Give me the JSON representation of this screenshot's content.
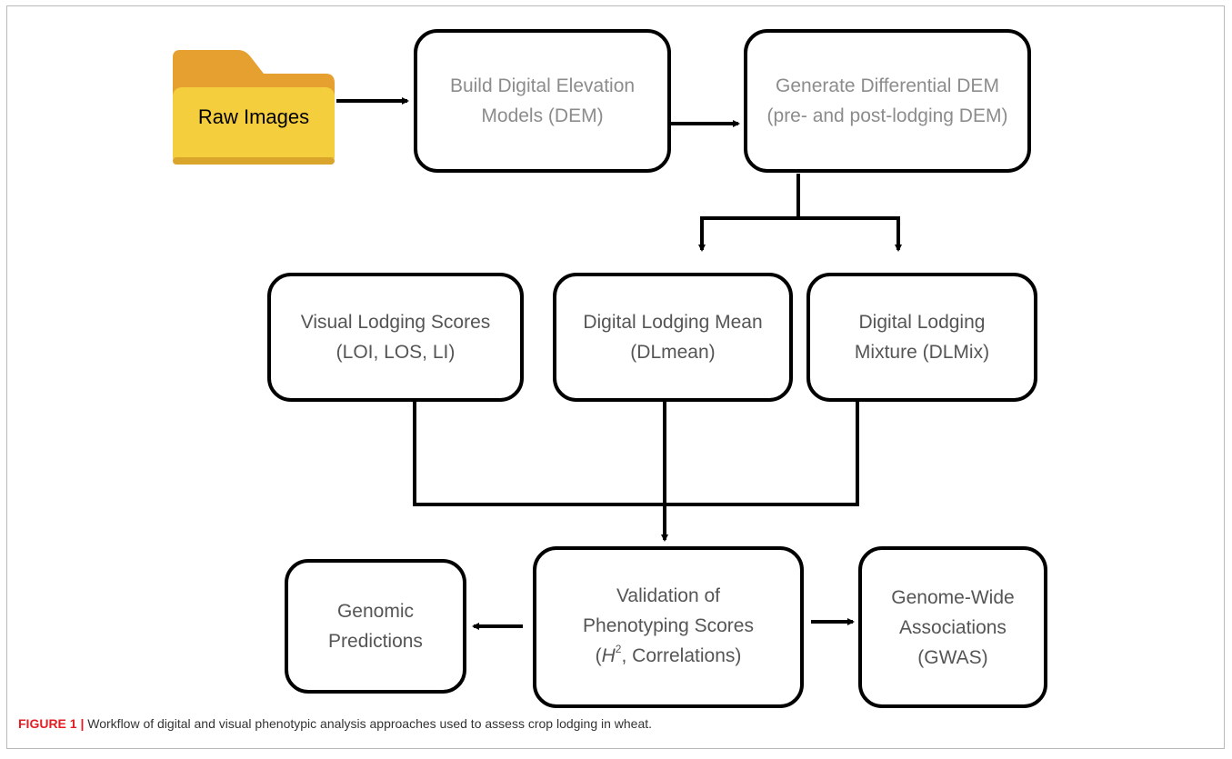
{
  "diagram": {
    "folder": {
      "label": "Raw Images",
      "icon": "folder-icon",
      "colors": {
        "front": "#f5ce3e",
        "back": "#e6a030",
        "shadow": "#d9a52b"
      }
    },
    "nodes": {
      "build_dem": {
        "line1": "Build Digital Elevation",
        "line2": "Models (DEM)"
      },
      "diff_dem": {
        "line1": "Generate Differential DEM",
        "line2": "(pre- and post-lodging DEM)"
      },
      "visual": {
        "line1": "Visual Lodging Scores",
        "line2": "(LOI, LOS, LI)"
      },
      "dlmean": {
        "line1": "Digital Lodging Mean",
        "line2": "(DLmean)"
      },
      "dlmix": {
        "line1": "Digital Lodging",
        "line2": "Mixture (DLMix)"
      },
      "genomic": {
        "line1": "Genomic",
        "line2": "Predictions"
      },
      "validation": {
        "line1": "Validation of",
        "line2": "Phenotyping Scores",
        "line3_open": "(",
        "line3_h": "H",
        "line3_sup": "2",
        "line3_rest": ", Correlations)"
      },
      "gwas": {
        "line1": "Genome-Wide",
        "line2": "Associations",
        "line3": "(GWAS)"
      }
    },
    "text_colors": {
      "light": "#8c8c8c",
      "dark": "#555555"
    }
  },
  "caption": {
    "label": "FIGURE 1 |",
    "text": " Workflow of digital and visual phenotypic analysis approaches used to assess crop lodging in wheat."
  }
}
